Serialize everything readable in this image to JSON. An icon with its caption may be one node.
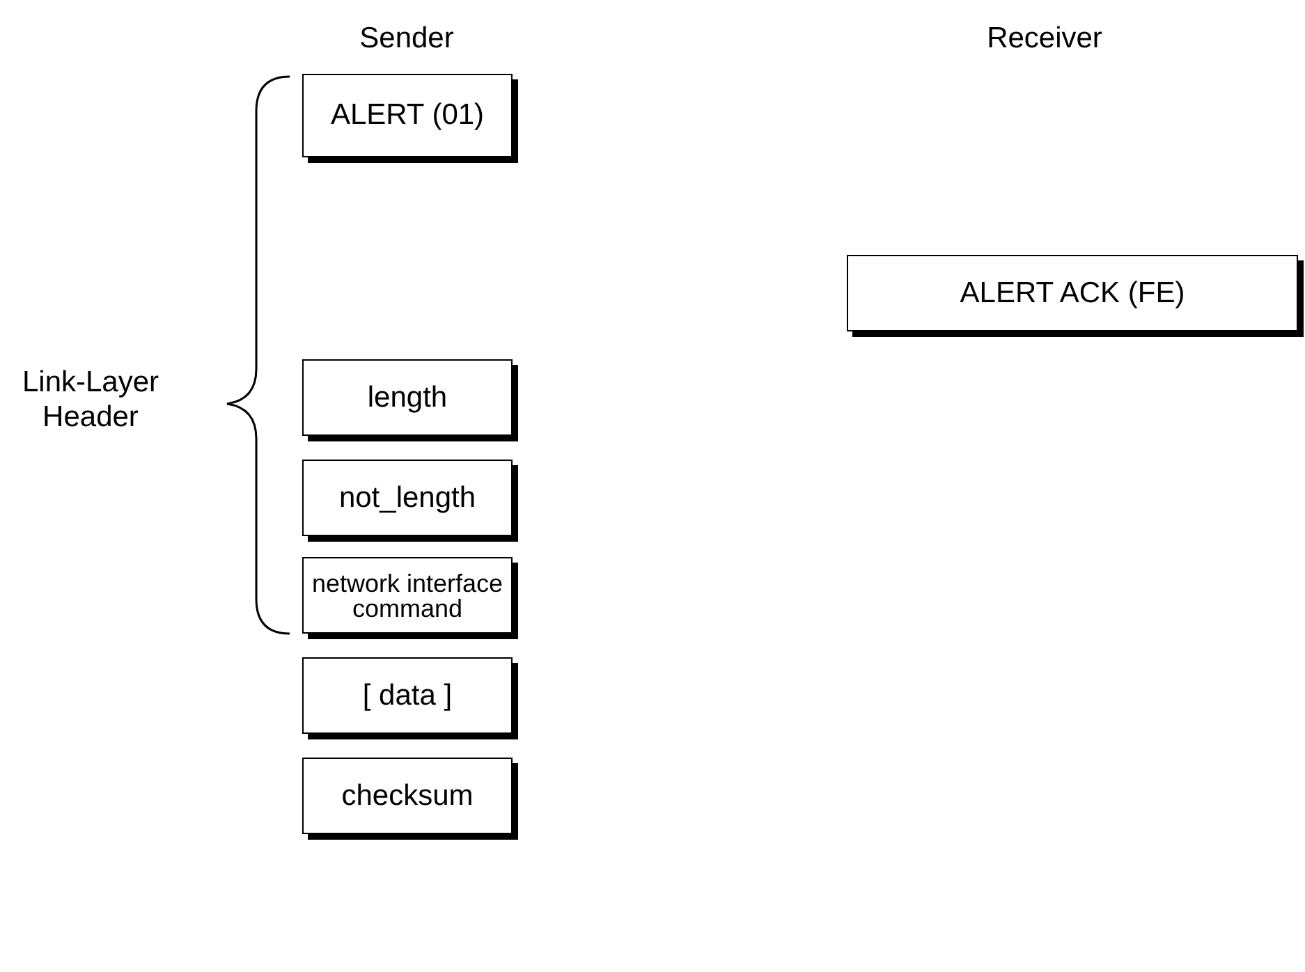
{
  "diagram": {
    "nodes": [
      {
        "text": [
          "ALERT (01)"
        ]
      },
      {
        "text": [
          "ALERT ACK (FE)"
        ]
      },
      {
        "text": [
          "length"
        ]
      },
      {
        "text": [
          "not_length"
        ]
      },
      {
        "text": [
          "network interface command"
        ]
      },
      {
        "text": [
          "[ data ]"
        ]
      },
      {
        "text": [
          "checksum"
        ]
      }
    ],
    "edges": [],
    "labels": [
      "Sender",
      "Receiver",
      "Link-Layer Header"
    ]
  }
}
